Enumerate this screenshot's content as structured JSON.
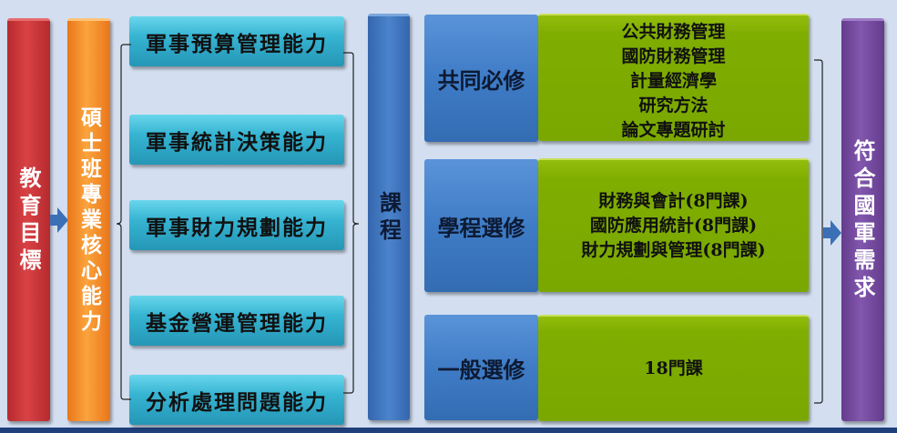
{
  "goal": {
    "label": "教育目標"
  },
  "core": {
    "label": "碩士班專業核心能力"
  },
  "abilities": [
    {
      "label": "軍事預算管理能力"
    },
    {
      "label": "軍事統計決策能力"
    },
    {
      "label": "軍事財力規劃能力"
    },
    {
      "label": "基金營運管理能力"
    },
    {
      "label": "分析處理問題能力"
    }
  ],
  "course": {
    "label": "課程"
  },
  "categories": [
    {
      "label": "共同必修",
      "items": [
        "公共財務管理",
        "國防財務管理",
        "計量經濟學",
        "研究方法",
        "論文專題研討"
      ]
    },
    {
      "label": "學程選修",
      "items": [
        "財務與會計(8門課)",
        "國防應用統計(8門課)",
        "財力規劃與管理(8門課)"
      ]
    },
    {
      "label": "一般選修",
      "items": [
        "18門課"
      ]
    }
  ],
  "need": {
    "label": "符合國軍需求"
  },
  "colors": {
    "background": "#d3dff0",
    "goal": "#c93337",
    "core": "#f48d2a",
    "ability": "#36b4d2",
    "course": "#3f78c0",
    "category": "#3f7cc6",
    "detail": "#7fad00",
    "need": "#7349a0",
    "arrow": "#3b6fb6"
  }
}
